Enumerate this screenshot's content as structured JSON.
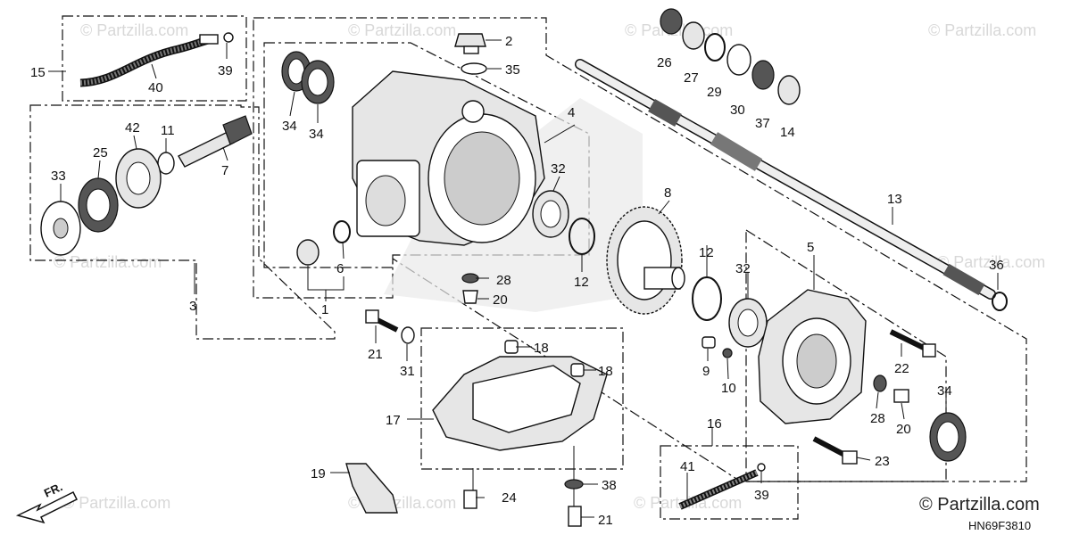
{
  "diagram": {
    "code": "HN69F3810",
    "brand": "© Partzilla.com",
    "watermark": "© Partzilla.com",
    "direction_label": "FR.",
    "callouts": [
      "15",
      "40",
      "39",
      "2",
      "35",
      "34",
      "34",
      "4",
      "26",
      "27",
      "29",
      "30",
      "37",
      "14",
      "3",
      "33",
      "25",
      "42",
      "11",
      "7",
      "32",
      "8",
      "13",
      "6",
      "1",
      "28",
      "20",
      "12",
      "12",
      "32",
      "5",
      "36",
      "21",
      "31",
      "18",
      "18",
      "17",
      "9",
      "10",
      "22",
      "28",
      "20",
      "34",
      "16",
      "41",
      "39",
      "19",
      "24",
      "38",
      "21",
      "23"
    ]
  }
}
